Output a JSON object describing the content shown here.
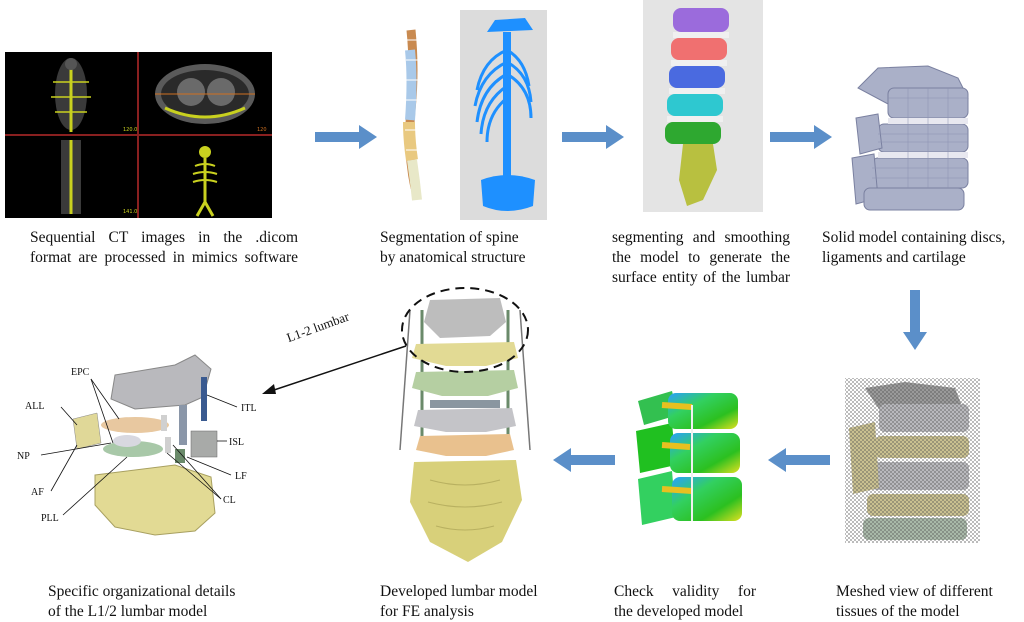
{
  "captions": {
    "ct": [
      "Sequential CT images in the .dicom",
      "format are processed in mimics software"
    ],
    "segmentation": [
      "Segmentation of spine",
      "by anatomical structure"
    ],
    "smoothing": [
      "segmenting and smoothing",
      "the model to generate the",
      "surface entity of the lumbar"
    ],
    "solid": [
      "Solid model containing discs,",
      "ligaments and cartilage"
    ],
    "meshed": [
      "Meshed view of different",
      "tissues of the model"
    ],
    "check": [
      "Check validity for",
      "the developed model"
    ],
    "developed": [
      "Developed lumbar model",
      "for FE analysis"
    ],
    "specific": [
      "Specific organizational details",
      "of the L1/2 lumbar model"
    ]
  },
  "annotation": "L1-2 lumbar",
  "structure_labels": {
    "epc": "EPC",
    "all": "ALL",
    "np": "NP",
    "af": "AF",
    "pll": "PLL",
    "itl": "ITL",
    "isl": "ISL",
    "lf": "LF",
    "cl": "CL"
  },
  "colors": {
    "arrow": "#5b8fc9",
    "bone_gray": "#b9b9bd",
    "bone_yellow": "#d9d58a",
    "ct_background": "#000000",
    "ct_highlight": "#c9d11f"
  }
}
